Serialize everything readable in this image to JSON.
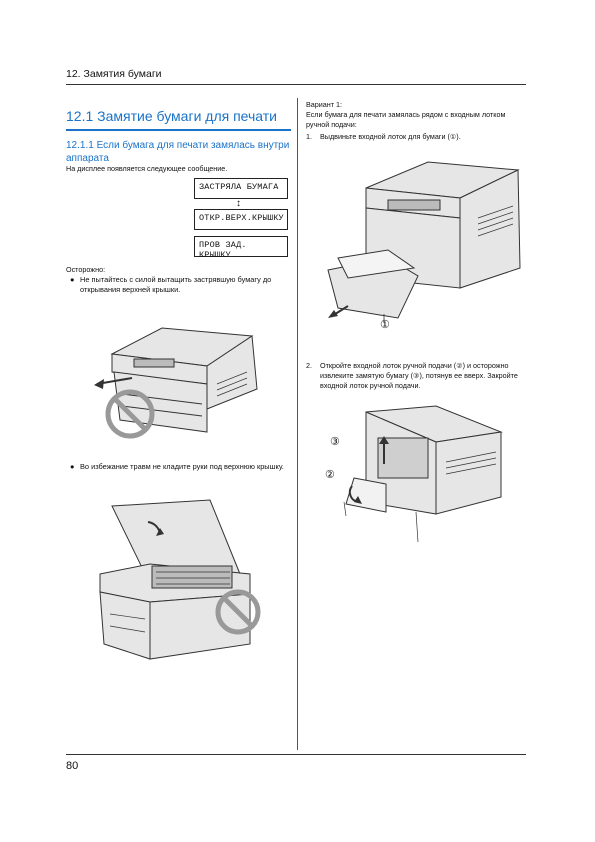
{
  "header": {
    "chapter": "12. Замятия бумаги"
  },
  "section": {
    "title": "12.1 Замятие бумаги для печати",
    "subtitle": "12.1.1 Если бумага для печати замялась внутри аппарата",
    "intro": "На дисплее появляется следующее сообщение."
  },
  "lcd": {
    "line1": "ЗАСТРЯЛА БУМАГА",
    "arrow": "↕",
    "line2": "ОТКР.ВЕРХ.КРЫШКУ",
    "line3": "ПРОВ ЗАД. КРЫШКУ"
  },
  "caution": {
    "label": "Осторожно:",
    "bullet1": "Не пытайтесь с силой вытащить застрявшую бумагу до открывания верхней крышки.",
    "bullet2": "Во избежание травм не кладите руки под верхнюю крышку."
  },
  "variant": {
    "title": "Вариант 1:",
    "desc": "Если бумага для печати замялась рядом с входным лотком ручной подачи:",
    "step1_num": "1.",
    "step1": "Выдвиньте входной лоток для бумаги (①).",
    "step2_num": "2.",
    "step2": "Откройте входной лоток ручной подачи (②) и осторожно извлеките замятую бумагу (③), потянув ее вверх. Закройте входной лоток ручной подачи."
  },
  "callouts": {
    "c1": "①",
    "c2": "②",
    "c3": "③"
  },
  "footer": {
    "page_number": "80"
  }
}
